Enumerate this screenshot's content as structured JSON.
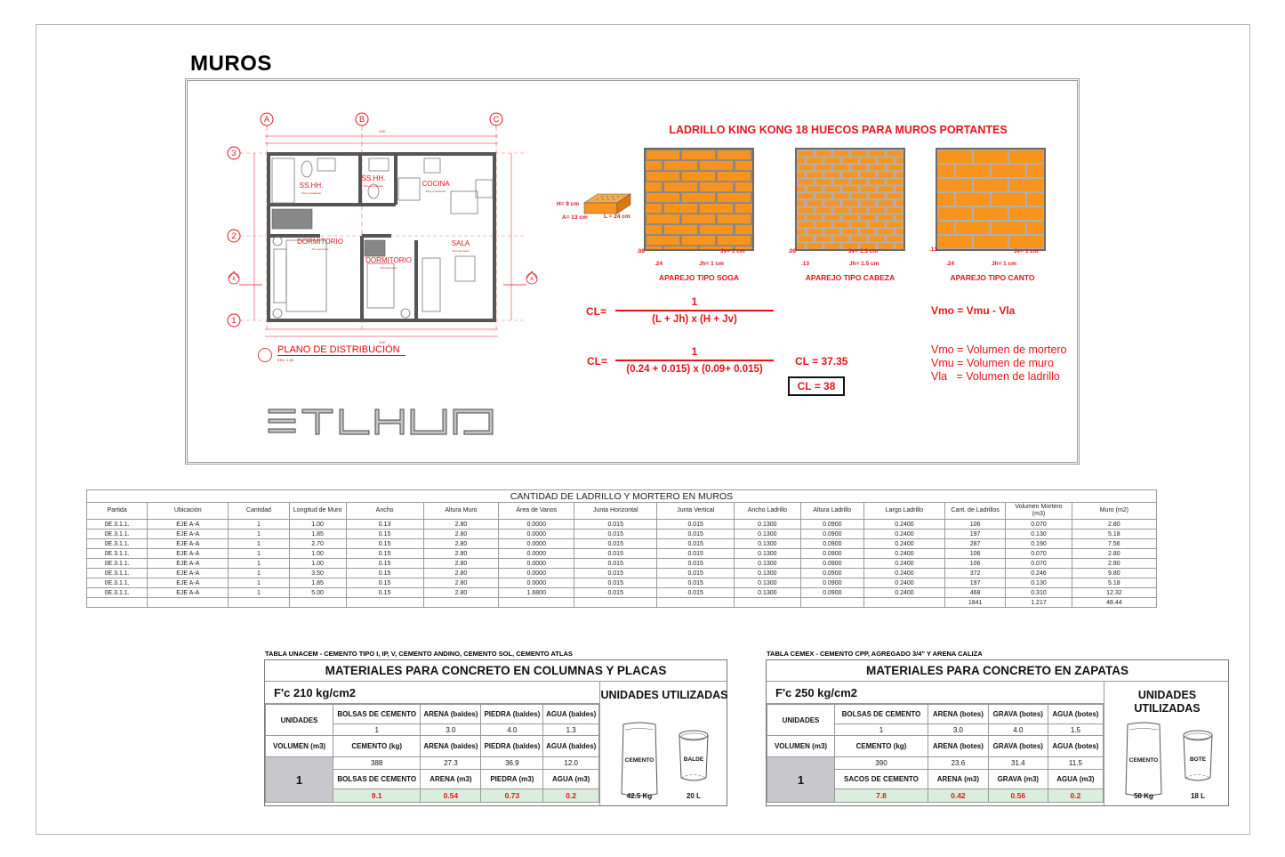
{
  "page": {
    "title": "MUROS"
  },
  "plan": {
    "caption": "PLANO DE DISTRIBUCIÓN",
    "scale": "ESC. 1:50",
    "axes_letters": [
      "A",
      "B",
      "C"
    ],
    "axes_numbers": [
      "3",
      "2",
      "1"
    ],
    "overall_dimension": "8.50",
    "rooms": [
      {
        "name": "SS.HH.",
        "floor": "Piso porcelanato"
      },
      {
        "name": "SS.HH.",
        "floor": "Piso porcelanato"
      },
      {
        "name": "COCINA",
        "floor": "Piso porcelanato"
      },
      {
        "name": "DORMITORIO",
        "floor": "Piso laminado"
      },
      {
        "name": "DORMITORIO",
        "floor": "Piso laminado"
      },
      {
        "name": "SALA",
        "floor": "Piso laminado"
      }
    ],
    "section_marker": "A"
  },
  "logo": {
    "text": "ETLHUN"
  },
  "brick": {
    "heading": "LADRILLO KING KONG 18 HUECOS PARA MUROS PORTANTES",
    "unit_dims": {
      "h": "H= 9 cm",
      "a": "A= 13 cm",
      "l": "L = 24 cm"
    },
    "colors": {
      "brick": "#f7941d",
      "mortar": "#8a8a8a",
      "accent": "#e8141b"
    },
    "walls": [
      {
        "label": "APAREJO TIPO SOGA",
        "height_dim": ".09",
        "width_dim": ".24",
        "jv": "Jv= 1 cm",
        "jh": "Jh= 1 cm"
      },
      {
        "label": "APAREJO TIPO CABEZA",
        "height_dim": ".09",
        "width_dim": ".13",
        "jv": "Jv= 1.5 cm",
        "jh": "Jh= 1.5 cm"
      },
      {
        "label": "APAREJO TIPO CANTO",
        "height_dim": ".13",
        "width_dim": ".24",
        "jv": "Jv= 1 cm",
        "jh": "Jh= 1 cm"
      }
    ]
  },
  "formulas": {
    "cl_label": "CL=",
    "general": {
      "numerator": "1",
      "denominator": "(L + Jh) x (H + Jv)"
    },
    "applied": {
      "numerator": "1",
      "denominator": "(0.24 + 0.015) x (0.09+ 0.015)"
    },
    "cl_result": "CL = 37.35",
    "cl_rounded": "CL = 38",
    "vmo": "Vmo = Vmu - Vla",
    "legend": "Vmo = Volumen de mortero\nVmu = Volumen de muro\nVla   = Volumen de ladrillo"
  },
  "quantity_table": {
    "caption": "CANTIDAD DE LADRILLO Y MORTERO EN MUROS",
    "headers": [
      "Partida",
      "Ubicación",
      "Cantidad",
      "Longitud de Muro",
      "Ancho",
      "Altura Muro",
      "Área de Vanos",
      "Junta Horizontal",
      "Junta Vertical",
      "Ancho Ladrillo",
      "Altura Ladrillo",
      "Largo Ladrillo",
      "Cant. de Ladrillos",
      "Volumen Mortero (m3)",
      "Muro (m2)"
    ],
    "rows": [
      [
        "0E.3.1.1.",
        "EJE A-A",
        "1",
        "1.00",
        "0.13",
        "2.80",
        "0.0000",
        "0.015",
        "0.015",
        "0.1300",
        "0.0900",
        "0.2400",
        "106",
        "0.070",
        "2.80"
      ],
      [
        "0E.3.1.1.",
        "EJE A-A",
        "1",
        "1.85",
        "0.15",
        "2.80",
        "0.0000",
        "0.015",
        "0.015",
        "0.1300",
        "0.0900",
        "0.2400",
        "197",
        "0.130",
        "5.18"
      ],
      [
        "0E.3.1.1.",
        "EJE A-A",
        "1",
        "2.70",
        "0.15",
        "2.80",
        "0.0000",
        "0.015",
        "0.015",
        "0.1300",
        "0.0900",
        "0.2400",
        "287",
        "0.190",
        "7.56"
      ],
      [
        "0E.3.1.1.",
        "EJE A-A",
        "1",
        "1.00",
        "0.15",
        "2.80",
        "0.0000",
        "0.015",
        "0.015",
        "0.1300",
        "0.0900",
        "0.2400",
        "106",
        "0.070",
        "2.80"
      ],
      [
        "0E.3.1.1.",
        "EJE A-A",
        "1",
        "1.00",
        "0.15",
        "2.80",
        "0.0000",
        "0.015",
        "0.015",
        "0.1300",
        "0.0900",
        "0.2400",
        "106",
        "0.070",
        "2.80"
      ],
      [
        "0E.3.1.1.",
        "EJE A-A",
        "1",
        "3.50",
        "0.15",
        "2.80",
        "0.0000",
        "0.015",
        "0.015",
        "0.1300",
        "0.0900",
        "0.2400",
        "372",
        "0.246",
        "9.80"
      ],
      [
        "0E.3.1.1.",
        "EJE A-A",
        "1",
        "1.85",
        "0.15",
        "2.80",
        "0.0000",
        "0.015",
        "0.015",
        "0.1300",
        "0.0900",
        "0.2400",
        "197",
        "0.130",
        "5.18"
      ],
      [
        "0E.3.1.1.",
        "EJE A-A",
        "1",
        "5.00",
        "0.15",
        "2.80",
        "1.6800",
        "0.015",
        "0.015",
        "0.1300",
        "0.0900",
        "0.2400",
        "468",
        "0.310",
        "12.32"
      ]
    ],
    "totals": [
      "",
      "",
      "",
      "",
      "",
      "",
      "",
      "",
      "",
      "",
      "",
      "",
      "1841",
      "1.217",
      "48.44"
    ]
  },
  "unacem": {
    "subtitle": "TABLA UNACEM - CEMENTO TIPO I, IP, V, CEMENTO ANDINO, CEMENTO SOL, CEMENTO ATLAS",
    "title": "MATERIALES PARA CONCRETO EN COLUMNAS Y PLACAS",
    "fc": "F'c 210 kg/cm2",
    "unidades_label": "UNIDADES",
    "unit_headers": [
      "BOLSAS DE CEMENTO",
      "ARENA (baldes)",
      "PIEDRA (baldes)",
      "AGUA (baldes)"
    ],
    "unit_values": [
      "1",
      "3.0",
      "4.0",
      "1.3"
    ],
    "volumen_label": "VOLUMEN (m3)",
    "qty_headers": [
      "CEMENTO (kg)",
      "ARENA (baldes)",
      "PIEDRA (baldes)",
      "AGUA (baldes)"
    ],
    "qty_values": [
      "388",
      "27.3",
      "36.9",
      "12.0"
    ],
    "volume_value": "1",
    "result_headers": [
      "BOLSAS DE CEMENTO",
      "ARENA (m3)",
      "PIEDRA (m3)",
      "AGUA (m3)"
    ],
    "result_values": [
      "9.1",
      "0.54",
      "0.73",
      "0.2"
    ],
    "units_title": "UNIDADES UTILIZADAS",
    "bag_label": "CEMENTO",
    "bag_capacity": "42.5 Kg",
    "container_label": "BALDE",
    "container_capacity": "20 L"
  },
  "cemex": {
    "subtitle": "TABLA CEMEX - CEMENTO CPP, AGREGADO 3/4\" Y ARENA CALIZA",
    "title": "MATERIALES PARA CONCRETO EN ZAPATAS",
    "fc": "F'c 250 kg/cm2",
    "unidades_label": "UNIDADES",
    "unit_headers": [
      "BOLSAS DE CEMENTO",
      "ARENA (botes)",
      "GRAVA (botes)",
      "AGUA (botes)"
    ],
    "unit_values": [
      "1",
      "3.0",
      "4.0",
      "1.5"
    ],
    "volumen_label": "VOLUMEN (m3)",
    "qty_headers": [
      "CEMENTO (kg)",
      "ARENA (botes)",
      "GRAVA (botes)",
      "AGUA (botes)"
    ],
    "qty_values": [
      "390",
      "23.6",
      "31.4",
      "11.5"
    ],
    "volume_value": "1",
    "result_headers": [
      "SACOS DE CEMENTO",
      "ARENA (m3)",
      "GRAVA (m3)",
      "AGUA (m3)"
    ],
    "result_values": [
      "7.8",
      "0.42",
      "0.56",
      "0.2"
    ],
    "units_title": "UNIDADES UTILIZADAS",
    "bag_label": "CEMENTO",
    "bag_capacity": "50 Kg",
    "container_label": "BOTE",
    "container_capacity": "18 L"
  }
}
